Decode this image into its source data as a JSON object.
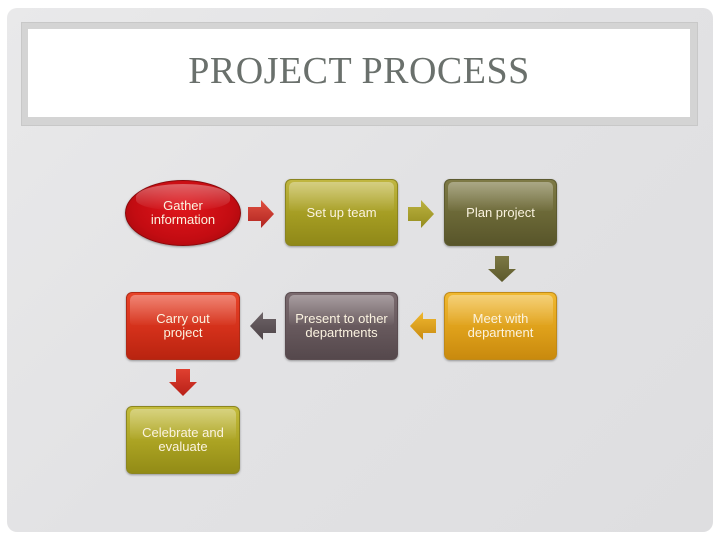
{
  "slide": {
    "title": "PROJECT PROCESS"
  },
  "diagram": {
    "type": "process-flow",
    "nodes": [
      {
        "id": "gather",
        "label": "Gather information",
        "shape": "ellipse",
        "color": "#c40c12"
      },
      {
        "id": "setup",
        "label": "Set up team",
        "shape": "rounded-rect",
        "color": "#a49c22"
      },
      {
        "id": "plan",
        "label": "Plan project",
        "shape": "rounded-rect",
        "color": "#6a6736"
      },
      {
        "id": "meet",
        "label": "Meet with department",
        "shape": "rounded-rect",
        "color": "#dea01a"
      },
      {
        "id": "present",
        "label": "Present to other departments",
        "shape": "rounded-rect",
        "color": "#66585c"
      },
      {
        "id": "carry",
        "label": "Carry out project",
        "shape": "rounded-rect",
        "color": "#d3301a"
      },
      {
        "id": "celebrate",
        "label": "Celebrate and evaluate",
        "shape": "rounded-rect",
        "color": "#aaa222"
      }
    ],
    "arrows": [
      {
        "from": "gather",
        "to": "setup",
        "direction": "right",
        "color": "#c8302a"
      },
      {
        "from": "setup",
        "to": "plan",
        "direction": "right",
        "color": "#a89e2c"
      },
      {
        "from": "plan",
        "to": "meet",
        "direction": "down",
        "color": "#6a6736"
      },
      {
        "from": "meet",
        "to": "present",
        "direction": "left",
        "color": "#dea01a"
      },
      {
        "from": "present",
        "to": "carry",
        "direction": "left",
        "color": "#5e5458"
      },
      {
        "from": "carry",
        "to": "celebrate",
        "direction": "down",
        "color": "#d3301a"
      }
    ]
  }
}
